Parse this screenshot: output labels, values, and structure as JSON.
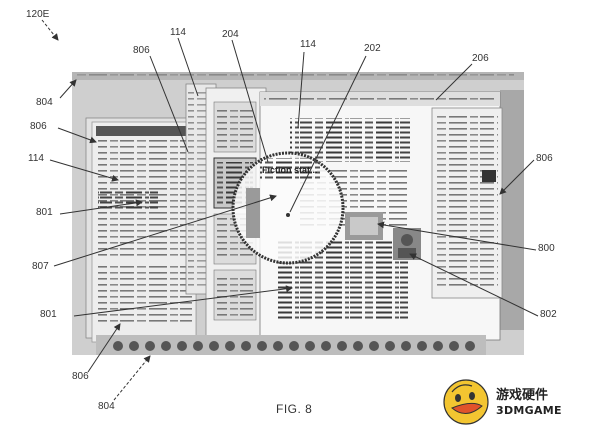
{
  "figure": {
    "caption": "FIG. 8",
    "ref_labels": {
      "r120e": "120E",
      "r804_top": "804",
      "r806_a": "806",
      "r114_a": "114",
      "r204": "204",
      "r114_b": "114",
      "r202": "202",
      "r206": "206",
      "r806_left": "806",
      "r114_left": "114",
      "r806_right": "806",
      "r801_a": "801",
      "r800": "800",
      "r807": "807",
      "r801_b": "801",
      "r802": "802",
      "r806_bottom": "806",
      "r804_bottom": "804"
    },
    "document": {
      "heading": "Fiction stat..."
    }
  },
  "watermark": {
    "chinese": "游戏硬件",
    "latin": "3DMGAME"
  },
  "colors": {
    "line": "#333333",
    "screen_bg": "#c9c9c9",
    "window_bg": "#f4f4f4"
  }
}
